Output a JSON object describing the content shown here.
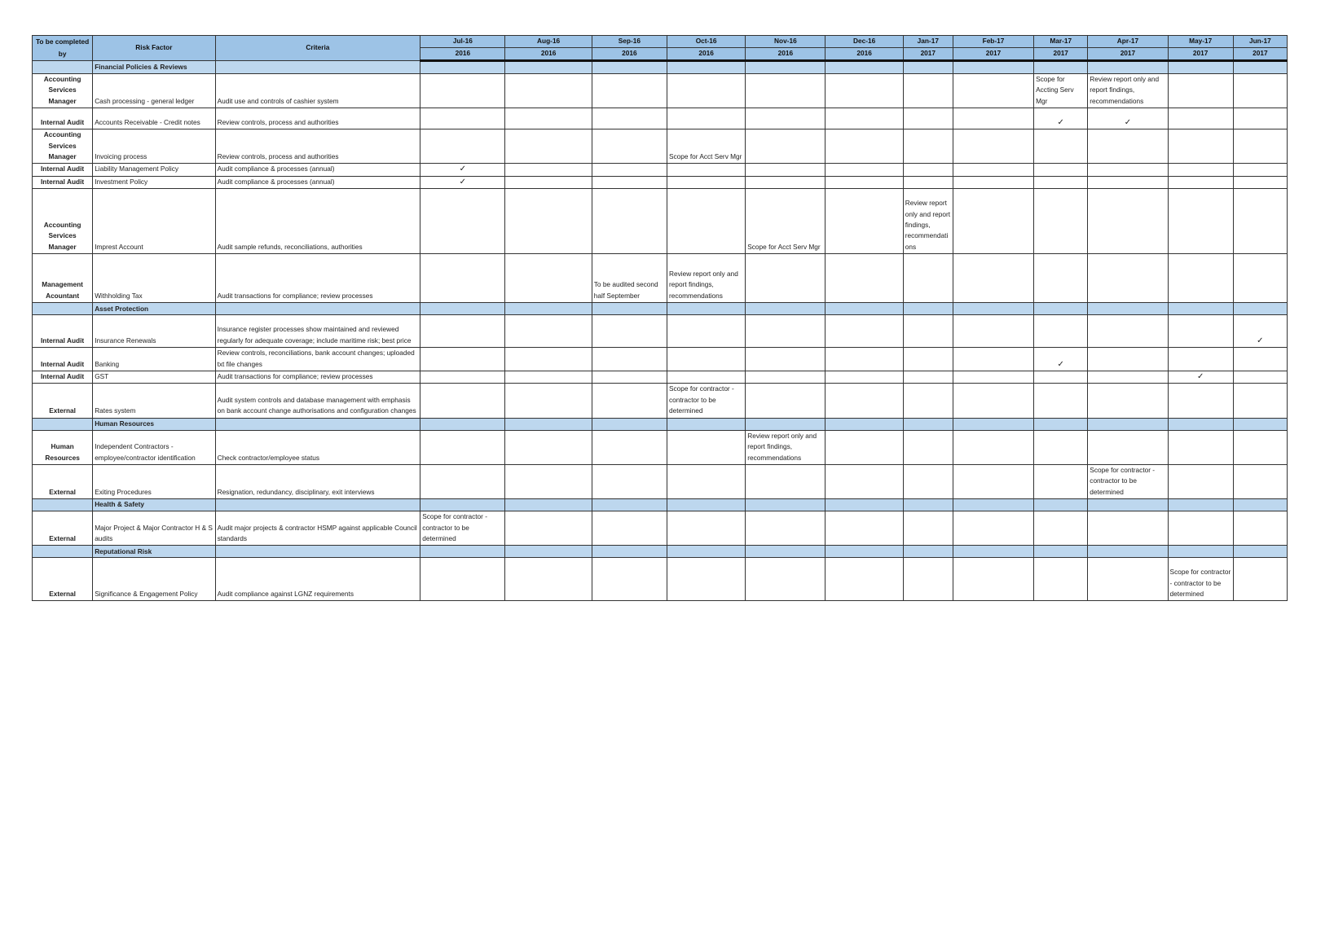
{
  "header": {
    "completed_by": "To be completed by",
    "risk_factor": "Risk Factor",
    "criteria": "Criteria",
    "months": [
      "Jul-16",
      "Aug-16",
      "Sep-16",
      "Oct-16",
      "Nov-16",
      "Dec-16",
      "Jan-17",
      "Feb-17",
      "Mar-17",
      "Apr-17",
      "May-17",
      "Jun-17"
    ],
    "years": [
      "2016",
      "2016",
      "2016",
      "2016",
      "2016",
      "2016",
      "2017",
      "2017",
      "2017",
      "2017",
      "2017",
      "2017"
    ]
  },
  "rows": [
    {
      "section": "Financial Policies & Reviews"
    },
    {
      "who": "Accounting Services Manager",
      "risk": "Cash processing - general ledger",
      "criteria": "Audit use and controls of cashier system",
      "h": 38,
      "cells": [
        "",
        "",
        "",
        "",
        "",
        "",
        "",
        "",
        "Scope for Accting Serv Mgr",
        "Review report only and report findings, recommendations",
        "",
        ""
      ]
    },
    {
      "who": "Internal Audit",
      "risk": "Accounts Receivable - Credit notes",
      "criteria": "Review controls, process and authorities",
      "h": 26,
      "cells": [
        "",
        "",
        "",
        "",
        "",
        "",
        "",
        "",
        "✓",
        "✓",
        "",
        ""
      ]
    },
    {
      "who": "Accounting Services Manager",
      "risk": "Invoicing process",
      "criteria": "Review controls, process and authorities",
      "h": 40,
      "cells": [
        "",
        "",
        "",
        "Scope for Acct Serv Mgr",
        "",
        "",
        "",
        "",
        "",
        "",
        "",
        ""
      ]
    },
    {
      "who": "Internal Audit",
      "risk": "Liability Management Policy",
      "criteria": "Audit compliance & processes (annual)",
      "h": 15,
      "cells": [
        "✓",
        "",
        "",
        "",
        "",
        "",
        "",
        "",
        "",
        "",
        "",
        ""
      ]
    },
    {
      "who": "Internal Audit",
      "risk": "Investment Policy",
      "criteria": "Audit compliance & processes (annual)",
      "h": 15,
      "cells": [
        "✓",
        "",
        "",
        "",
        "",
        "",
        "",
        "",
        "",
        "",
        "",
        ""
      ]
    },
    {
      "who": "Accounting Services Manager",
      "risk": "Imprest Account",
      "criteria": "Audit sample refunds, reconciliations, authorities",
      "h": 80,
      "cells": [
        "",
        "",
        "",
        "",
        "Scope for Acct Serv Mgr",
        "",
        "Review report only and report findings, recommendations",
        "",
        "",
        "",
        "",
        ""
      ]
    },
    {
      "who": "Management Acountant",
      "risk": "Withholding Tax",
      "criteria": "Audit transactions for compliance; review processes",
      "h": 60,
      "cells": [
        "",
        "",
        "To be audited second half September",
        "Review report only and report findings, recommendations",
        "",
        "",
        "",
        "",
        "",
        "",
        "",
        ""
      ]
    },
    {
      "section": "Asset Protection"
    },
    {
      "who": "Internal Audit",
      "risk": "Insurance Renewals",
      "criteria": "Insurance register processes show maintained and reviewed regularly for adequate coverage; include maritime risk; best price",
      "h": 40,
      "cells": [
        "",
        "",
        "",
        "",
        "",
        "",
        "",
        "",
        "",
        "",
        "",
        "✓"
      ]
    },
    {
      "who": "Internal Audit",
      "risk": "Banking",
      "criteria": "Review controls, reconciliations, bank account changes; uploaded txt file changes",
      "h": 26,
      "cells": [
        "",
        "",
        "",
        "",
        "",
        "",
        "",
        "",
        "✓",
        "",
        "",
        ""
      ]
    },
    {
      "who": "Internal Audit",
      "risk": "GST",
      "criteria": "Audit transactions for compliance; review processes",
      "h": 15,
      "cells": [
        "",
        "",
        "",
        "",
        "",
        "",
        "",
        "",
        "",
        "",
        "✓",
        ""
      ]
    },
    {
      "who": "External",
      "risk": "Rates system",
      "criteria": "Audit system controls and database management with emphasis on bank account change authorisations and configuration changes",
      "h": 40,
      "cells": [
        "",
        "",
        "",
        "Scope for contractor - contractor to be determined",
        "",
        "",
        "",
        "",
        "",
        "",
        "",
        ""
      ]
    },
    {
      "section": "Human Resources"
    },
    {
      "who": "Human Resources",
      "risk": "Independent Contractors - employee/contractor identification",
      "criteria": "Check contractor/employee status",
      "h": 40,
      "cells": [
        "",
        "",
        "",
        "",
        "Review report only and report findings, recommendations",
        "",
        "",
        "",
        "",
        "",
        "",
        ""
      ]
    },
    {
      "who": "External",
      "risk": "Exiting Procedures",
      "criteria": "Resignation, redundancy, disciplinary, exit interviews",
      "h": 40,
      "cells": [
        "",
        "",
        "",
        "",
        "",
        "",
        "",
        "",
        "",
        "Scope for contractor - contractor to be determined",
        "",
        ""
      ]
    },
    {
      "section": "Health & Safety"
    },
    {
      "who": "External",
      "risk": "Major Project & Major Contractor H & S audits",
      "criteria": "Audit major projects & contractor HSMP against applicable Council standards",
      "h": 40,
      "cells": [
        "Scope for contractor - contractor to be determined",
        "",
        "",
        "",
        "",
        "",
        "",
        "",
        "",
        "",
        "",
        ""
      ]
    },
    {
      "section": "Reputational Risk"
    },
    {
      "who": "External",
      "risk": "Significance & Engagement Policy",
      "criteria": "Audit compliance against LGNZ requirements",
      "h": 53,
      "cells": [
        "",
        "",
        "",
        "",
        "",
        "",
        "",
        "",
        "",
        "",
        "Scope for contractor - contractor to be determined",
        ""
      ]
    }
  ]
}
